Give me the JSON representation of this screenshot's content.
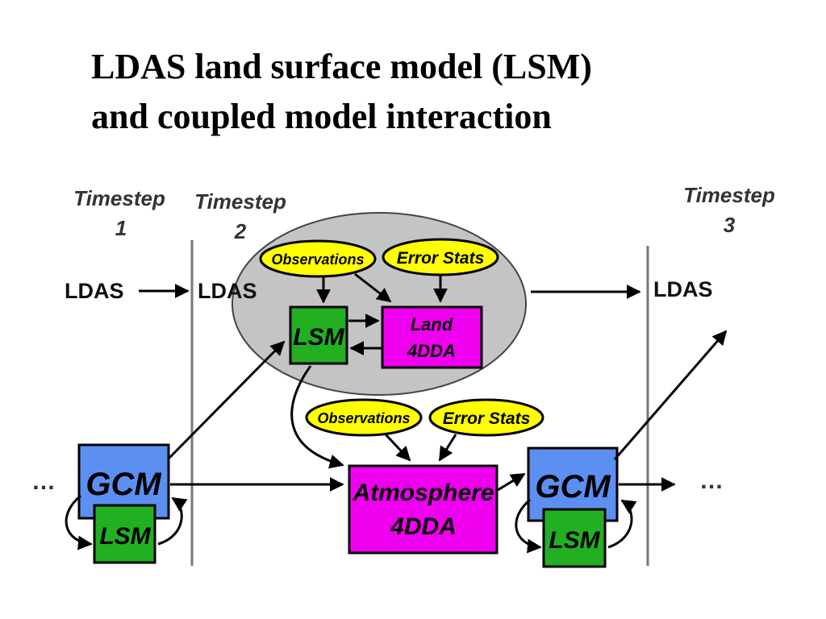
{
  "title": {
    "line1": "LDAS land surface model (LSM)",
    "line2": "and coupled model interaction"
  },
  "timesteps": [
    {
      "word": "Timestep",
      "number": "1"
    },
    {
      "word": "Timestep",
      "number": "2"
    },
    {
      "word": "Timestep",
      "number": "3"
    }
  ],
  "ldas": [
    "LDAS",
    "LDAS",
    "LDAS"
  ],
  "land_cycle": {
    "observations": "Observations",
    "error_stats": "Error Stats",
    "lsm": "LSM",
    "land_4dda_line1": "Land",
    "land_4dda_line2": "4DDA"
  },
  "atmosphere_cycle": {
    "observations": "Observations",
    "error_stats": "Error Stats",
    "atm_4dda_line1": "Atmosphere",
    "atm_4dda_line2": "4DDA"
  },
  "gcm_left": {
    "gcm": "GCM",
    "lsm": "LSM"
  },
  "gcm_right": {
    "gcm": "GCM",
    "lsm": "LSM"
  },
  "ellipsis_left": "…",
  "ellipsis_right": "…",
  "colors": {
    "observation_fill": "#ffff00",
    "lsm_fill": "#22b022",
    "dda_fill": "#ee00ee",
    "gcm_fill": "#5b8ff2",
    "cycle_fill": "#c4c4c4"
  }
}
